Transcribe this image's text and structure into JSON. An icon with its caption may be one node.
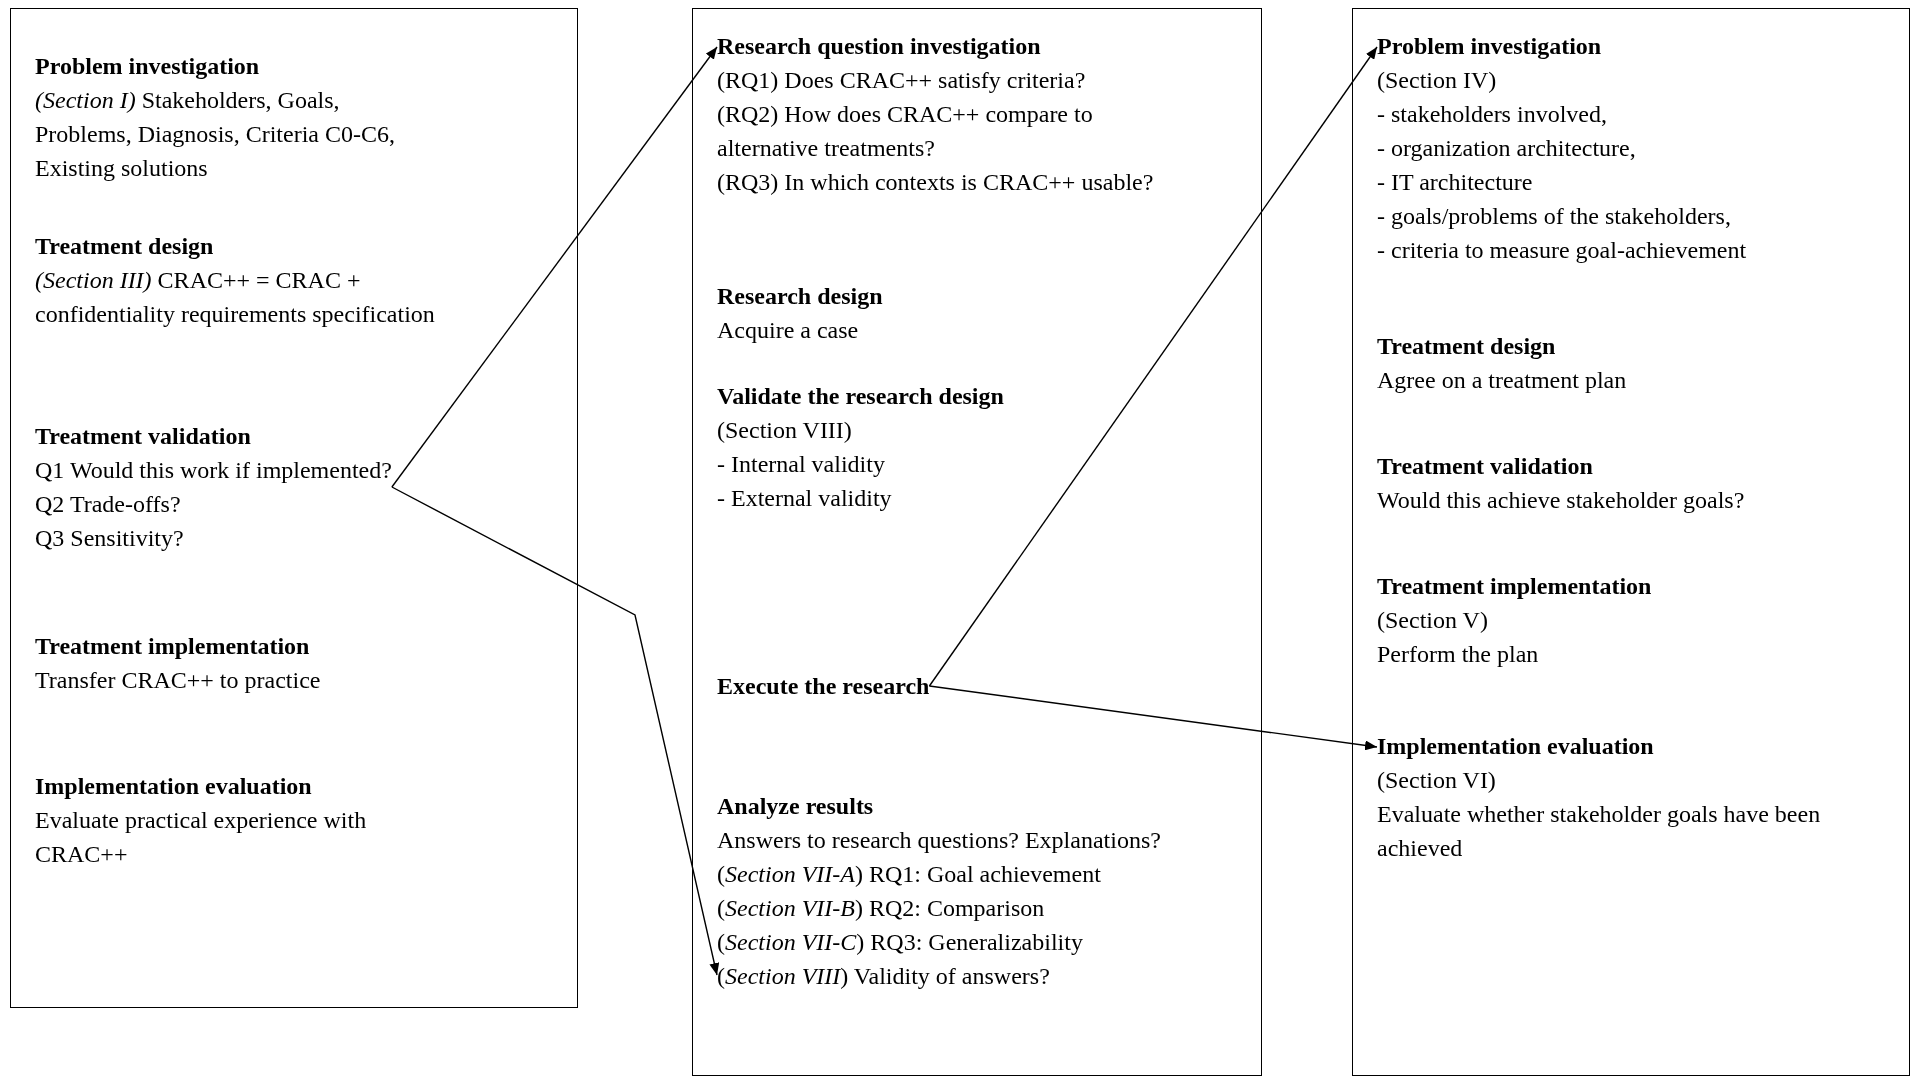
{
  "diagram": {
    "nodes": [
      {
        "text": [],
        "shape": "box"
      },
      {
        "text": [
          "Problem investigation",
          "*(Section I)* Stakeholders, Goals, Problems, Diagnosis, Criteria C0-C6, Existing solutions"
        ],
        "in": 0
      },
      {
        "text": [
          "Treatment design",
          "*(Section III)* CRAC++ = CRAC + confidentiality requirements specification"
        ],
        "in": 0
      },
      {
        "text": [
          "Treatment validation",
          "Q1 Would this work if implemented?",
          "Q2 Trade-offs?",
          "Q3 Sensitivity?"
        ],
        "in": 0
      },
      {
        "text": [
          "Treatment implementation",
          "Transfer CRAC++ to practice"
        ],
        "in": 0
      },
      {
        "text": [
          "Implementation evaluation",
          "Evaluate practical experience with CRAC++"
        ],
        "in": 0
      },
      {
        "text": [],
        "shape": "box"
      },
      {
        "text": [
          "Research question investigation",
          "(RQ1) Does CRAC++ satisfy criteria?",
          "(RQ2) How does CRAC++ compare to alternative treatments?",
          "(RQ3) In which contexts is CRAC++ usable?"
        ],
        "in": 6
      },
      {
        "text": [
          "Research design",
          "Acquire a case"
        ],
        "in": 6
      },
      {
        "text": [
          "Validate the research design",
          "(Section VIII)",
          "- Internal validity",
          "- External validity"
        ],
        "in": 6
      },
      {
        "text": [
          "Execute the research"
        ],
        "in": 6
      },
      {
        "text": [
          "Analyze results",
          "Answers to research questions? Explanations?",
          "(*Section VII-A*) RQ1: Goal achievement",
          "(*Section VII-B*) RQ2: Comparison",
          "(*Section VII-C*) RQ3: Generalizability",
          "(*Section VIII*) Validity of answers?"
        ],
        "in": 6
      },
      {
        "text": [],
        "shape": "box"
      },
      {
        "text": [
          "Problem investigation",
          "(Section IV)",
          "- stakeholders involved,",
          "- organization architecture,",
          "- IT architecture",
          "- goals/problems of the stakeholders,",
          "- criteria to measure goal-achievement"
        ],
        "in": 12
      },
      {
        "text": [
          "Treatment design",
          "Agree on a treatment plan"
        ],
        "in": 12
      },
      {
        "text": [
          "Treatment validation",
          "Would this achieve stakeholder goals?"
        ],
        "in": 12
      },
      {
        "text": [
          "Treatment implementation",
          "(Section V)",
          "Perform the plan"
        ],
        "in": 12
      },
      {
        "text": [
          "Implementation evaluation",
          "(Section VI)",
          "Evaluate whether stakeholder goals have been achieved"
        ],
        "in": 12
      }
    ],
    "edges": [
      {
        "from": 3,
        "to": 7,
        "arrow": "to"
      },
      {
        "from": 3,
        "to": 11,
        "arrow": "to"
      },
      {
        "from": 10,
        "to": 13,
        "arrow": "to"
      },
      {
        "from": 10,
        "to": 17,
        "arrow": "to"
      }
    ]
  }
}
